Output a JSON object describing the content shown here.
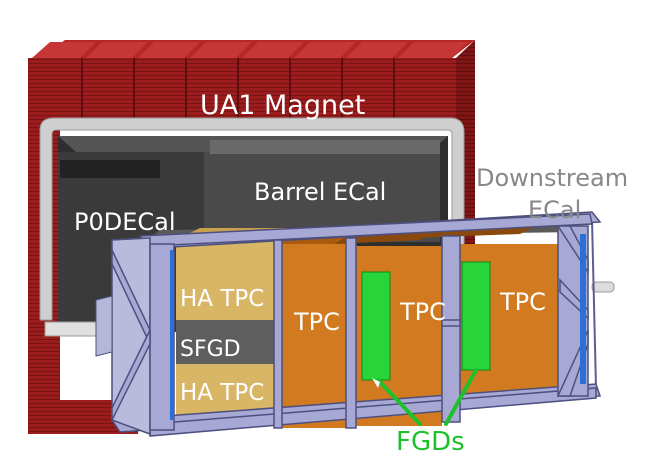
{
  "labels": {
    "magnet": "UA1 Magnet",
    "p0decal": "P0DECal",
    "barrel_ecal": "Barrel ECal",
    "downstream_line1": "Downstream",
    "downstream_line2": "ECal",
    "ha_tpc_upper": "HA TPC",
    "sfgd": "SFGD",
    "ha_tpc_lower": "HA TPC",
    "tpc_1": "TPC",
    "tpc_2": "TPC",
    "tpc_3": "TPC",
    "fgds": "FGDs"
  },
  "colors": {
    "magnet_red": "#9b1c1c",
    "magnet_dark": "#6e1010",
    "frame_grey": "#c9c9c9",
    "ecal_dark": "#3c3c3c",
    "basket_frame": "#a7a9d4",
    "tpc_orange": "#d27a1f",
    "ha_tpc_tan": "#d9b566",
    "sfgd_grey": "#5e5e5e",
    "fgd_green": "#27d43a",
    "fgd_label_green": "#1fc12b",
    "downstream_text": "#888888"
  }
}
